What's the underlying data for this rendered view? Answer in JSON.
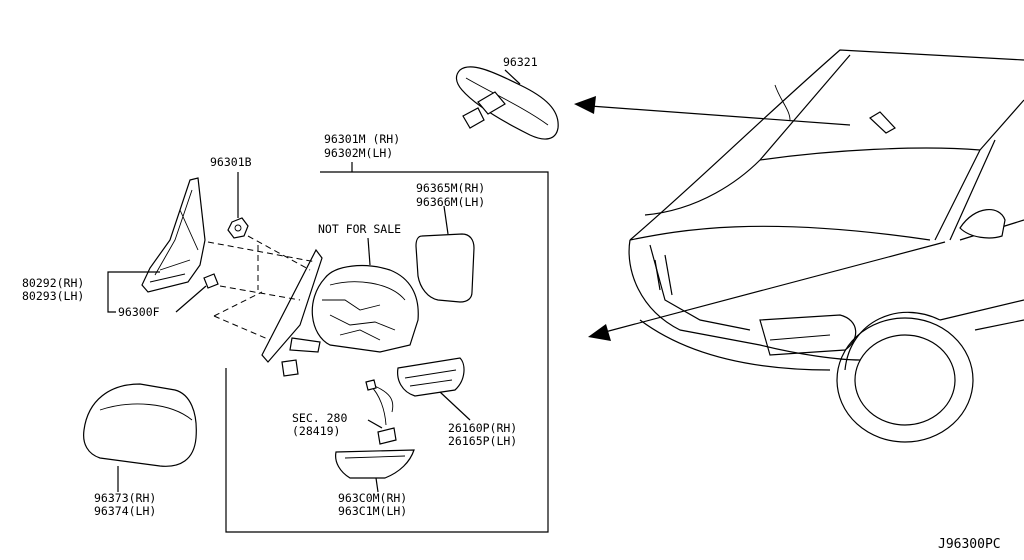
{
  "labels": {
    "p96321": "96321",
    "p96301m_rh": "96301M (RH)",
    "p96302m_lh": "96302M(LH)",
    "p96301b": "96301B",
    "p96365m_rh": "96365M(RH)",
    "p96366m_lh": "96366M(LH)",
    "not_for_sale": "NOT FOR SALE",
    "p80292_rh": "80292(RH)",
    "p80293_lh": "80293(LH)",
    "p96300f": "96300F",
    "sec280": "SEC. 280",
    "sec280_ref": "(28419)",
    "p26160p_rh": "26160P(RH)",
    "p26165p_lh": "26165P(LH)",
    "p96373_rh": "96373(RH)",
    "p96374_lh": "96374(LH)",
    "p963c0m_rh": "963C0M(RH)",
    "p963c1m_lh": "963C1M(LH)",
    "diagram_code": "J96300PC"
  },
  "colors": {
    "line": "#000000",
    "background": "#ffffff"
  }
}
